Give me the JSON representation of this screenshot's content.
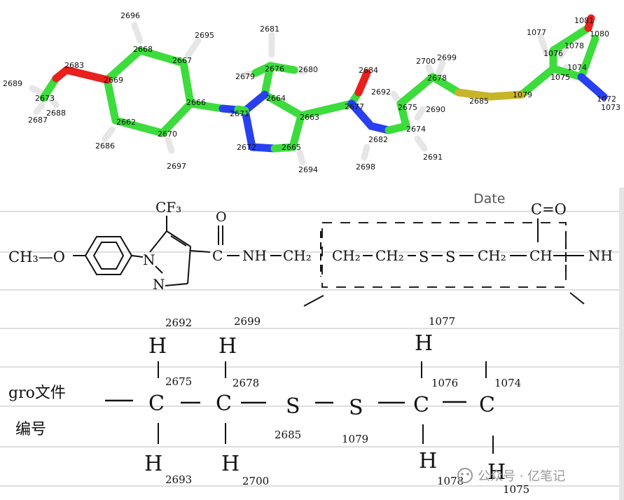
{
  "molecule_labels": {
    "a2696": "2696",
    "a2695": "2695",
    "a2668": "2668",
    "a2667": "2667",
    "a2683": "2683",
    "a2669": "2669",
    "a2689": "2689",
    "a2673": "2673",
    "a2688": "2688",
    "a2687": "2687",
    "a2666": "2666",
    "a2662": "2662",
    "a2670": "2670",
    "a2686": "2686",
    "a2697": "2697",
    "a2681": "2681",
    "a2676": "2676",
    "a2680": "2680",
    "a2679": "2679",
    "a2664": "2664",
    "a2671": "2671",
    "a2663": "2663",
    "a2672": "2672",
    "a2665": "2665",
    "a2694": "2694",
    "a2684": "2684",
    "a2677": "2677",
    "a2682": "2682",
    "a2698": "2698",
    "a2692": "2692",
    "a2700": "2700",
    "a2699": "2699",
    "a2678": "2678",
    "a2675": "2675",
    "a2690": "2690",
    "a2674": "2674",
    "a2691": "2691",
    "a2685": "2685",
    "a1079": "1079",
    "a1077": "1077",
    "a1081": "1081",
    "a1080": "1080",
    "a1076": "1076",
    "a1078": "1078",
    "a1074": "1074",
    "a1075": "1075",
    "a1072": "1072",
    "a1073": "1073"
  },
  "notebook": {
    "date_label": "Date",
    "formula": {
      "ch3o": "CH₃—O",
      "cf3": "CF₃",
      "n1": "N",
      "n2": "N",
      "carbonyl_o": "O",
      "carbonyl_c": "C",
      "nh1": "NH",
      "ch2_a": "CH₂",
      "ch2_b": "CH₂",
      "ch2_c": "CH₂",
      "s1": "S",
      "s2": "S",
      "ch2_d": "CH₂",
      "ch": "CH",
      "nh2": "NH",
      "c_eq_o": "C=O"
    },
    "gro_label_line1": "gro文件",
    "gro_label_line2": "编号",
    "row": {
      "h_top_1": "H",
      "h_top_1_num": "2692",
      "h_top_2": "H",
      "h_top_2_num": "2699",
      "h_top_3": "H",
      "h_top_3_num": "1077",
      "c1": "C",
      "c1_num": "2675",
      "c2": "C",
      "c2_num": "2678",
      "s1": "S",
      "s1_num": "2685",
      "s2": "S",
      "s2_num": "1079",
      "c3": "C",
      "c3_num": "1076",
      "c4": "C",
      "c4_num": "1074",
      "h_bot_1": "H",
      "h_bot_1_num": "2693",
      "h_bot_2": "H",
      "h_bot_2_num": "2700",
      "h_bot_3": "H",
      "h_bot_3_num": "1078",
      "h_bot_4": "H",
      "h_bot_4_num": "1075"
    },
    "watermark": "公众号 · 亿笔记"
  },
  "colors": {
    "carbon": "#3cdc3c",
    "oxygen": "#e8201e",
    "nitrogen": "#2840f0",
    "sulfur": "#c8b428",
    "hydrogen": "#e6e6e6"
  }
}
